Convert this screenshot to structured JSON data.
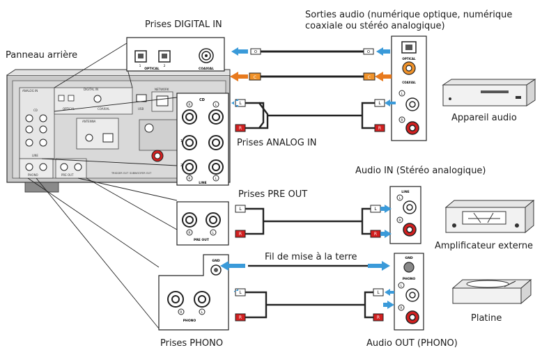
{
  "labels": {
    "panneau": "Panneau arrière",
    "digital_in": "Prises DIGITAL IN",
    "sorties_audio": "Sorties audio (numérique optique, numérique coaxiale ou stéréo analogique)",
    "appareil_audio": "Appareil audio",
    "analog_in": "Prises ANALOG IN",
    "audio_in": "Audio IN (Stéréo analogique)",
    "pre_out": "Prises PRE OUT",
    "ampli": "Amplificateur externe",
    "fil_terre": "Fil de mise à la terre",
    "platine": "Platine",
    "phono_prises": "Prises PHONO",
    "audio_out": "Audio OUT (PHONO)"
  },
  "panel_text": {
    "analog_in": "ANALOG IN",
    "digital_in": "DIGITAL IN",
    "optical": "OPTICAL",
    "coaxial": "COAXIAL",
    "usb": "USB",
    "network": "NETWORK",
    "antenna": "ANTENNA",
    "cd": "CD",
    "line": "LINE",
    "phono": "PHONO",
    "pre_out": "PRE OUT",
    "gnd": "GND",
    "n1": "1",
    "n2": "2",
    "trigger": "TRIGGER OUT",
    "subwoofer": "SUBWOOFER OUT"
  },
  "plug_letters": {
    "left": "L",
    "right": "R",
    "coax": "C",
    "opt": "O"
  },
  "colors": {
    "arrow_blue": "#3a9ad9",
    "arrow_orange": "#e87a1e",
    "plug_red": "#d22020",
    "coax_orange": "#f0922a",
    "panel_gray": "#d6d6d6",
    "line": "#222222"
  }
}
